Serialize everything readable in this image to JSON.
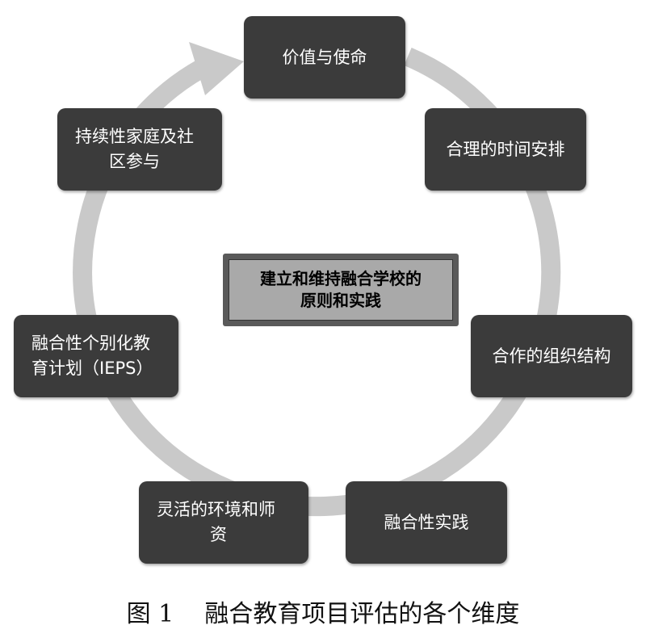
{
  "diagram": {
    "center": {
      "lines": [
        "建立和维持融合学校的",
        "原则和实践"
      ]
    },
    "nodes": [
      {
        "lines": [
          "价值与使命"
        ]
      },
      {
        "lines": [
          "合理的时间安排"
        ]
      },
      {
        "lines": [
          "合作的组织结构"
        ]
      },
      {
        "lines": [
          "融合性实践"
        ]
      },
      {
        "lines": [
          "灵活的环境和师",
          "资"
        ]
      },
      {
        "lines": [
          "融合性个别化教",
          "育计划（IEPS）"
        ]
      },
      {
        "lines": [
          "持续性家庭及社",
          "区参与"
        ]
      }
    ],
    "colors": {
      "node_fill": "#3b3b3b",
      "ring": "#c9c9c9",
      "center_fill": "#a9a9a9",
      "center_border": "#5a5a5a"
    }
  },
  "caption": {
    "label": "图 1",
    "text": "融合教育项目评估的各个维度"
  }
}
